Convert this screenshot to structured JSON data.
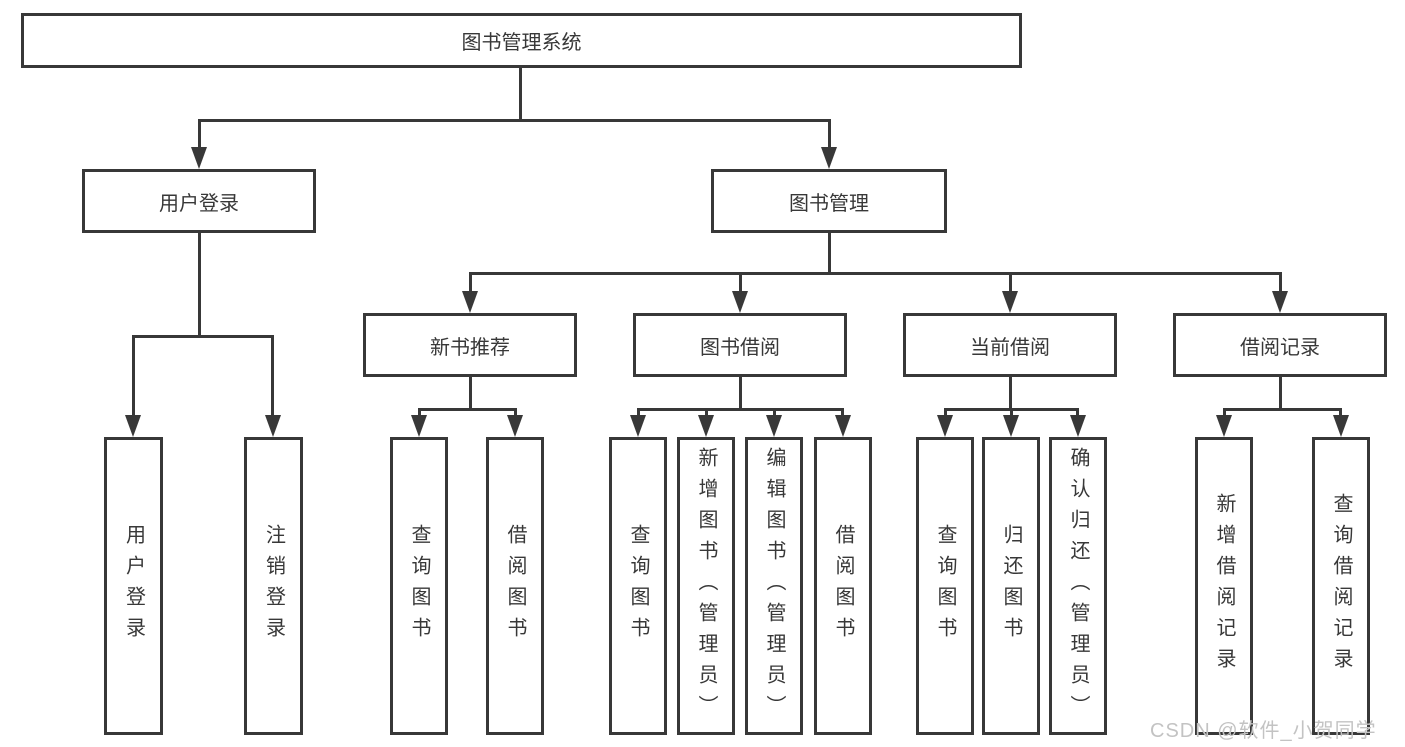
{
  "diagram_title": "图书管理系统",
  "tree": {
    "root": {
      "label": "图书管理系统",
      "children": [
        {
          "label": "用户登录",
          "children": [
            {
              "label": "用户登录"
            },
            {
              "label": "注销登录"
            }
          ]
        },
        {
          "label": "图书管理",
          "children": [
            {
              "label": "新书推荐",
              "children": [
                {
                  "label": "查询图书"
                },
                {
                  "label": "借阅图书"
                }
              ]
            },
            {
              "label": "图书借阅",
              "children": [
                {
                  "label": "查询图书"
                },
                {
                  "label": "新增图书（管理员）"
                },
                {
                  "label": "编辑图书（管理员）"
                },
                {
                  "label": "借阅图书"
                }
              ]
            },
            {
              "label": "当前借阅",
              "children": [
                {
                  "label": "查询图书"
                },
                {
                  "label": "归还图书"
                },
                {
                  "label": "确认归还（管理员）"
                }
              ]
            },
            {
              "label": "借阅记录",
              "children": [
                {
                  "label": "新增借阅记录"
                },
                {
                  "label": "查询借阅记录"
                }
              ]
            }
          ]
        }
      ]
    }
  },
  "watermark": {
    "text": "CSDN @软件_小贺同学",
    "color": "#c3c3c3"
  },
  "colors": {
    "line": "#383838",
    "text": "#383838",
    "background": "#ffffff"
  }
}
